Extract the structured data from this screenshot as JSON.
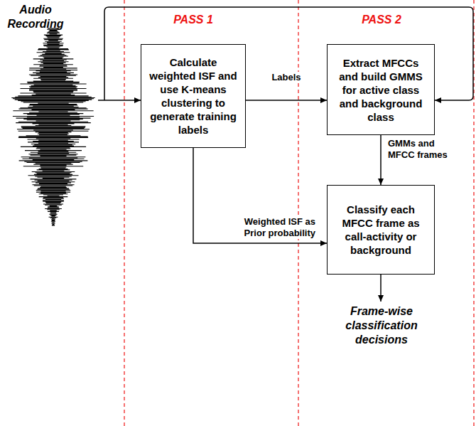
{
  "diagram": {
    "nodes": [
      {
        "text": [
          "Calculate weighted ISF and use K-means clustering to generate training labels"
        ]
      },
      {
        "text": [
          "Extract MFCCs and build GMMS for active class and background class"
        ]
      },
      {
        "text": [
          "Classify each MFCC frame as call-activity or background"
        ]
      }
    ],
    "edges": [
      {
        "from": 0,
        "to": 1,
        "label": "Labels",
        "arrow": "to"
      },
      {
        "from": 1,
        "to": 2,
        "label": "GMMs and MFCC frames",
        "arrow": "to"
      },
      {
        "from": 0,
        "to": 2,
        "label": "Weighted ISF as Prior probability",
        "arrow": "to"
      }
    ],
    "labels": [
      "Audio Recording",
      "PASS 1",
      "PASS 2",
      "Frame-wise classification decisions"
    ]
  }
}
